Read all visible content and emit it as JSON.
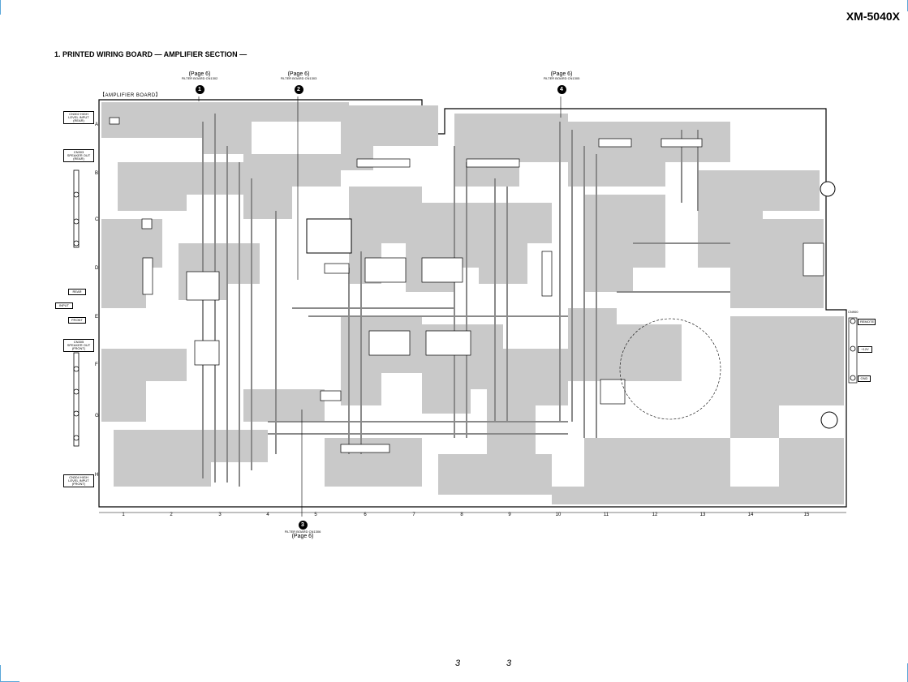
{
  "header": {
    "model": "XM-5040X",
    "section_title": "1. PRINTED WIRING BOARD — AMPLIFIER SECTION —"
  },
  "board": {
    "label": "【AMPLIFIER BOARD】",
    "rows": [
      "A",
      "B",
      "C",
      "D",
      "E",
      "F",
      "G",
      "H"
    ],
    "cols": [
      "1",
      "2",
      "3",
      "4",
      "5",
      "6",
      "7",
      "8",
      "9",
      "10",
      "11",
      "12",
      "13",
      "14",
      "15"
    ]
  },
  "filter_refs": [
    {
      "page": "(Page 6)",
      "note": "FILTER BOARD CN1302",
      "marker": "1"
    },
    {
      "page": "(Page 6)",
      "note": "FILTER BOARD CN1303",
      "marker": "2"
    },
    {
      "page": "(Page 6)",
      "note": "FILTER BOARD CN1305",
      "marker": "4"
    },
    {
      "page": "(Page 6)",
      "note": "FILTER BOARD CN1306",
      "marker": "3"
    }
  ],
  "left_connectors": {
    "cn302": "CN302 HIGH LEVEL INPUT (REAR)",
    "cn303": "CN303 SPEAKER OUT (REAR)",
    "input_rear": "REAR",
    "input_front": "FRONT",
    "input": "INPUT",
    "cn305": "CN305 SPEAKER OUT (FRONT)",
    "cn304": "CN304 HIGH LEVEL INPUT (FRONT)"
  },
  "right_connectors": {
    "cn900": "CN900",
    "remote": "REMOTE",
    "bplus": "+12V",
    "gnd": "GND"
  },
  "footer": {
    "page_left": "3",
    "page_right": "3"
  }
}
